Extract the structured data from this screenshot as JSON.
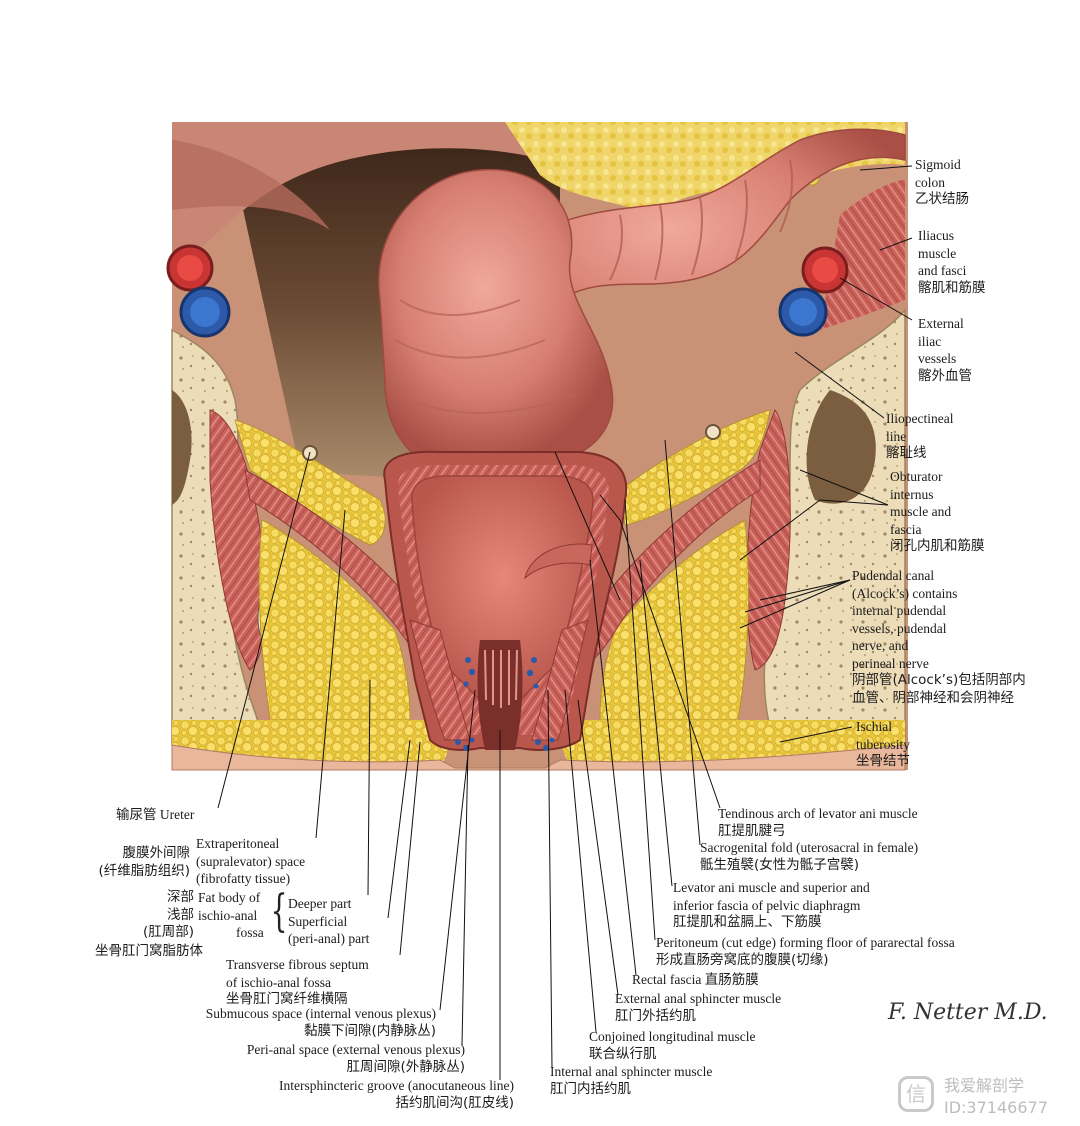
{
  "colors": {
    "artery": "#d63a3a",
    "vein": "#2f63b8",
    "fat": "#f2d247",
    "muscle": "#c9605a",
    "mucosa": "#d9786e",
    "bone": "#ead9b6",
    "shadow": "#4b3222"
  },
  "right_labels": {
    "sigmoid": {
      "l1": "Sigmoid",
      "l2": "colon",
      "zh": "乙状结肠"
    },
    "iliacus": {
      "l1": "Iliacus",
      "l2": "muscle",
      "l3": "and fasci",
      "zh": "髂肌和筋膜"
    },
    "ext_iliac": {
      "l1": "External",
      "l2": "iliac",
      "l3": "vessels",
      "zh": "髂外血管"
    },
    "iliopectineal": {
      "l1": "Iliopectineal",
      "l2": "line",
      "zh": "髂耻线"
    },
    "obturator": {
      "l1": "Obturator",
      "l2": "internus",
      "l3": "muscle and",
      "l4": "fascia",
      "zh": "闭孔内肌和筋膜"
    },
    "pudendal": {
      "l1": "Pudendal canal",
      "l2": "(Alcock’s) contains",
      "l3": "internal pudendal",
      "l4": "vessels, pudendal",
      "l5": "nerve, and",
      "l6": "perineal nerve",
      "zh1": "阴部管(Alcock’s)包括阴部内",
      "zh2": "血管、阴部神经和会阴神经"
    },
    "ischial": {
      "l1": "Ischial",
      "l2": "tuberosity",
      "zh": "坐骨结节"
    }
  },
  "bottom_left_labels": {
    "ureter": {
      "zh": "输尿管",
      "en": "Ureter"
    },
    "extraperitoneal": {
      "zh1": "腹膜外间隙",
      "zh2": "(纤维脂肪组织)",
      "en1": "Extraperitoneal",
      "en2": "(supralevator) space",
      "en3": "(fibrofatty tissue)"
    },
    "fat_body": {
      "zh_deep": "深部",
      "zh_superficial": "浅部",
      "zh_perianal": "(肛周部)",
      "en1": "Fat body of",
      "en2": "ischio-anal",
      "en3": "fossa",
      "deeper": "Deeper part",
      "superficial": "Superficial",
      "perianal": "(peri-anal) part",
      "zh_name": "坐骨肛门窝脂肪体"
    },
    "septum": {
      "l1": "Transverse fibrous septum",
      "l2": "of ischio-anal fossa",
      "zh": "坐骨肛门窝纤维横隔"
    },
    "submucous": {
      "en": "Submucous space (internal venous plexus)",
      "zh": "黏膜下间隙(内静脉丛)"
    },
    "perianal_space": {
      "en": "Peri-anal space (external venous plexus)",
      "zh": "肛周间隙(外静脉丛)"
    },
    "intersphincteric": {
      "en": "Intersphincteric groove (anocutaneous line)",
      "zh": "括约肌间沟(肛皮线)"
    }
  },
  "bottom_right_labels": {
    "tendinous": {
      "en": "Tendinous arch of levator ani muscle",
      "zh": "肛提肌腱弓"
    },
    "sacrogenital": {
      "en": "Sacrogenital fold (uterosacral in female)",
      "zh": "骶生殖襞(女性为骶子宫襞)"
    },
    "levator": {
      "l1": "Levator ani muscle and superior and",
      "l2": "inferior fascia of pelvic diaphragm",
      "zh": "肛提肌和盆膈上、下筋膜"
    },
    "peritoneum": {
      "en": "Peritoneum (cut edge) forming floor of pararectal fossa",
      "zh": "形成直肠旁窝底的腹膜(切缘)"
    },
    "rectal_fascia": {
      "en": "Rectal fascia",
      "zh": "直肠筋膜"
    },
    "ext_sphincter": {
      "en": "External anal sphincter muscle",
      "zh": "肛门外括约肌"
    },
    "conjoined": {
      "en": "Conjoined longitudinal muscle",
      "zh": "联合纵行肌"
    },
    "int_sphincter": {
      "en": "Internal anal sphincter muscle",
      "zh": "肛门内括约肌"
    }
  },
  "signature": "F. Netter M.D.",
  "watermark": {
    "icon": "信",
    "line1": "我爱解剖学",
    "line2": "ID:37146677"
  }
}
